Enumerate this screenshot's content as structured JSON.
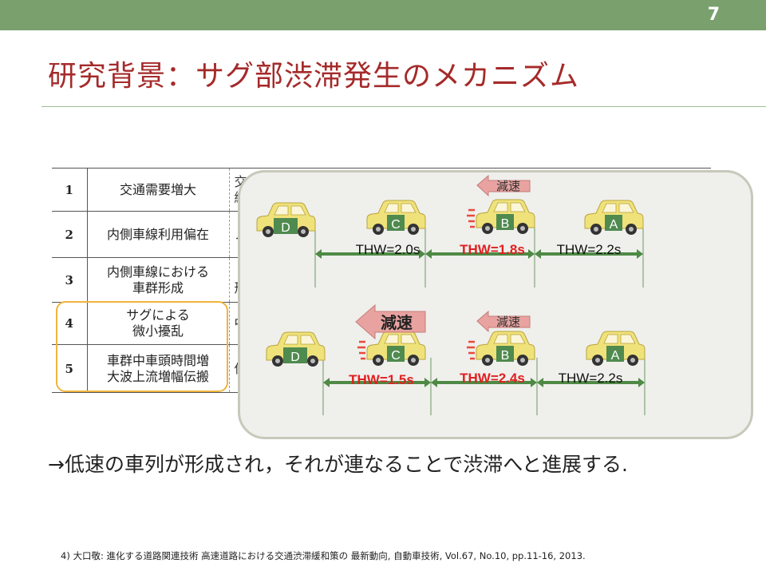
{
  "slide": {
    "page_number": "7"
  },
  "title": "研究背景：サグ部渋滞発生のメカニズム",
  "table": {
    "rows": [
      {
        "num": "1",
        "name_lines": [
          "交通需要増大"
        ],
        "desc_lines": [
          "交通",
          "緩"
        ]
      },
      {
        "num": "2",
        "name_lines": [
          "内側車線利用偏在"
        ],
        "desc_lines": [
          "ノ"
        ]
      },
      {
        "num": "3",
        "name_lines": [
          "内側車線における",
          "車群形成"
        ],
        "desc_lines": [
          "",
          "形"
        ]
      },
      {
        "num": "4",
        "name_lines": [
          "サグによる",
          "微小擾乱"
        ],
        "desc_lines": [
          "中"
        ]
      },
      {
        "num": "5",
        "name_lines": [
          "車群中車頭時間増",
          "大波上流増幅伝搬"
        ],
        "desc_lines": [
          "低"
        ]
      }
    ]
  },
  "diagram": {
    "top_row": {
      "cars": [
        "D",
        "C",
        "B",
        "A"
      ],
      "decel_label": "減速",
      "thw": [
        "THW=2.0s",
        "THW=1.8s",
        "THW=2.2s"
      ]
    },
    "bottom_row": {
      "cars": [
        "D",
        "C",
        "B",
        "A"
      ],
      "decel_label_large": "減速",
      "decel_label": "減速",
      "thw": [
        "THW=1.5s",
        "THW=2.4s",
        "THW=2.2s"
      ]
    },
    "colors": {
      "car_body": "#efe27a",
      "car_label_bg": "#4f8a4f",
      "interval_arrow": "#4e8a45",
      "decel_arrow": "#e8a3a0",
      "thw_normal": "#111111",
      "thw_alert": "#e02020"
    }
  },
  "conclusion": "→低速の車列が形成され，それが連なることで渋滞へと進展する.",
  "reference": "4) 大口敬: 進化する道路関連技術 高速道路における交通渋滞緩和策の 最新動向, 自動車技術, Vol.67, No.10, pp.11-16, 2013."
}
